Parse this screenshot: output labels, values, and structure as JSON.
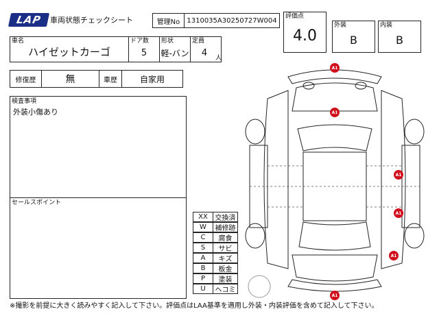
{
  "header": {
    "logo_text": "LAP",
    "title": "車両状態チェックシート",
    "mgmt_label": "管理No",
    "mgmt_value": "1310035A30250727W004",
    "score_label": "評価点",
    "score_value": "4.0",
    "exterior_label": "外装",
    "exterior_value": "B",
    "interior_label": "内装",
    "interior_value": "B"
  },
  "vehicle": {
    "name_label": "車名",
    "name_value": "ハイゼットカーゴ",
    "doors_label": "ドア数",
    "doors_value": "5",
    "shape_label": "形状",
    "shape_value": "軽-バン",
    "capacity_label": "定員",
    "capacity_value": "4",
    "capacity_unit": "人"
  },
  "history": {
    "repair_label": "修復歴",
    "repair_value": "無",
    "usage_label": "車歴",
    "usage_value": "自家用"
  },
  "inspection": {
    "label": "検査事項",
    "text": "外装小傷あり"
  },
  "sales": {
    "label": "セールスポイント",
    "text": ""
  },
  "legend": [
    {
      "code": "XX",
      "meaning": "交換済"
    },
    {
      "code": "W",
      "meaning": "補修跡"
    },
    {
      "code": "C",
      "meaning": "腐食"
    },
    {
      "code": "S",
      "meaning": "サビ"
    },
    {
      "code": "A",
      "meaning": "キズ"
    },
    {
      "code": "B",
      "meaning": "板金"
    },
    {
      "code": "P",
      "meaning": "塗装"
    },
    {
      "code": "U",
      "meaning": "ヘコミ"
    }
  ],
  "damage_marks": [
    "A1",
    "A1",
    "A1",
    "A1",
    "A1",
    "A1"
  ],
  "colors": {
    "logo": "#1c2f86",
    "mark": "#d10f1c"
  },
  "footer": "※撮影を前提に大きく読みやすく記入して下さい。評価点はLAA基準を適用し外装・内装評価を含めて記入して下さい。"
}
